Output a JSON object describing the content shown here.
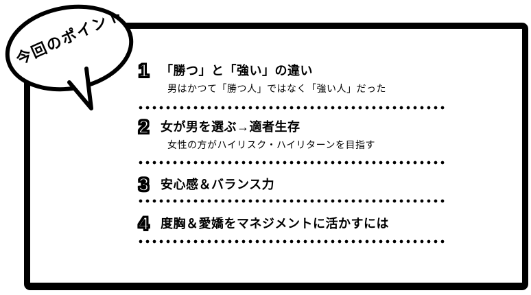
{
  "bubble": {
    "label": "今回のポイント"
  },
  "points": {
    "items": [
      {
        "number": "1",
        "title": "「勝つ」と「強い」の違い",
        "subtitle": "男はかつて「勝つ人」ではなく「強い人」だった"
      },
      {
        "number": "2",
        "title": "女が男を選ぶ→適者生存",
        "subtitle": "女性の方がハイリスク・ハイリターンを目指す"
      },
      {
        "number": "3",
        "title": "安心感＆バランス力"
      },
      {
        "number": "4",
        "title": "度胸＆愛嬌をマネジメントに活かすには"
      }
    ]
  },
  "colors": {
    "ink": "#000000",
    "paper": "#ffffff"
  }
}
